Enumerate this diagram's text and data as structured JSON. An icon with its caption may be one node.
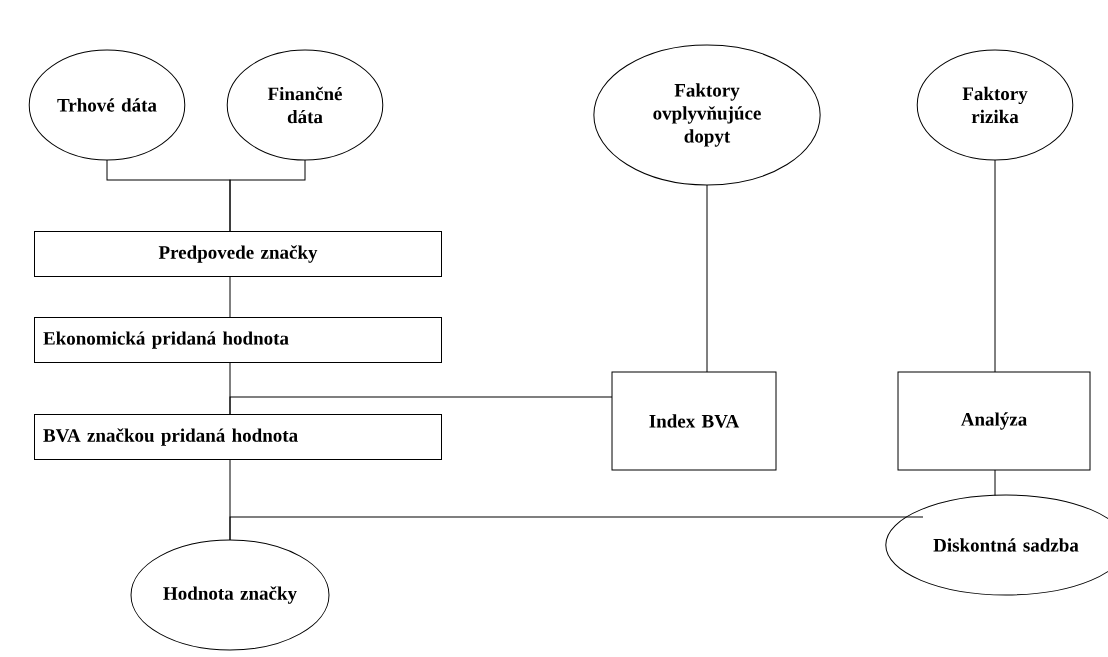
{
  "diagram": {
    "nodes": [
      {
        "text": [
          "Trhové dáta"
        ]
      },
      {
        "text": [
          "Finančné dáta"
        ]
      },
      {
        "text": [
          "Faktory ovplyvňujúce dopyt"
        ]
      },
      {
        "text": [
          "Faktory rizika"
        ]
      },
      {
        "text": [
          "Predpovede značky"
        ]
      },
      {
        "text": [
          "Ekonomická pridaná hodnota"
        ]
      },
      {
        "text": [
          "Index BVA"
        ]
      },
      {
        "text": [
          "Analýza"
        ]
      },
      {
        "text": [
          "BVA značkou pridaná hodnota"
        ]
      },
      {
        "text": [
          "Diskontná sadzba"
        ]
      },
      {
        "text": [
          "Hodnota značky"
        ]
      }
    ],
    "edges": [
      {
        "from": 0,
        "to": 4,
        "arrow": "none"
      },
      {
        "from": 1,
        "to": 4,
        "arrow": "none"
      },
      {
        "from": 4,
        "to": 5,
        "arrow": "none"
      },
      {
        "from": 5,
        "to": 8,
        "arrow": "none"
      },
      {
        "from": 2,
        "to": 6,
        "arrow": "none"
      },
      {
        "from": 6,
        "to": 8,
        "arrow": "none"
      },
      {
        "from": 3,
        "to": 7,
        "arrow": "none"
      },
      {
        "from": 7,
        "to": 9,
        "arrow": "none"
      },
      {
        "from": 8,
        "to": 10,
        "arrow": "none"
      },
      {
        "from": 9,
        "to": 10,
        "arrow": "none"
      }
    ]
  }
}
